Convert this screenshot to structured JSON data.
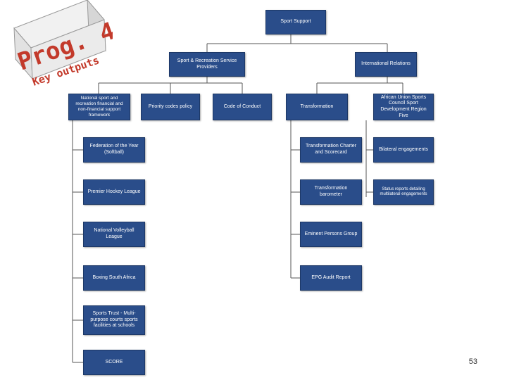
{
  "logo": {
    "main": "Prog. 4",
    "sub": "Key outputs"
  },
  "root": "Sport Support",
  "level1": {
    "left": "Sport & Recreation Service Providers",
    "right": "International Relations"
  },
  "col_a": [
    "National sport and recreation financial and non-financial support framework",
    "Federation of the Year (Softball)",
    "Premier Hockey League",
    "National Volleyball League",
    "Boxing South Africa",
    "Sports Trust - Multi-purpose courts sports facilities at schools",
    "SCORE"
  ],
  "col_b": "Priority codes policy",
  "col_c": "Code of Conduct",
  "col_d": [
    "Transformation",
    "Transformation Charter and Scorecard",
    "Transformation barometer",
    "Eminent Persons Group",
    "EPG Audit Report"
  ],
  "col_e": [
    "African Union Sports Council Sport Development Region Five",
    "Bilateral engagements",
    "Status reports detailing multilateral engagements"
  ],
  "page_number": "53"
}
